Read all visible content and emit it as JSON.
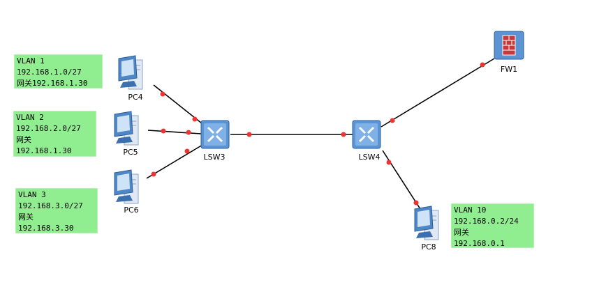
{
  "devices": {
    "pc4": "PC4",
    "pc5": "PC5",
    "pc6": "PC6",
    "pc8": "PC8",
    "lsw3": "LSW3",
    "lsw4": "LSW4",
    "fw1": "FW1"
  },
  "notes": [
    {
      "lines": [
        "VLAN 1",
        "192.168.1.0/27",
        "网关192.168.1.30"
      ]
    },
    {
      "lines": [
        "VLAN 2",
        "192.168.2.0/27",
        "网关",
        "192.168.1.30"
      ]
    },
    {
      "lines": [
        "VLAN 3",
        "192.168.3.0/27",
        "网关",
        "192.168.3.30"
      ]
    },
    {
      "lines": [
        "VLAN 10",
        "192.168.0.2/24",
        "网关",
        "192.168.0.1"
      ]
    }
  ],
  "colors": {
    "note_bg": "#90ee90",
    "link": "#000000",
    "port_dot": "#ee3333"
  }
}
